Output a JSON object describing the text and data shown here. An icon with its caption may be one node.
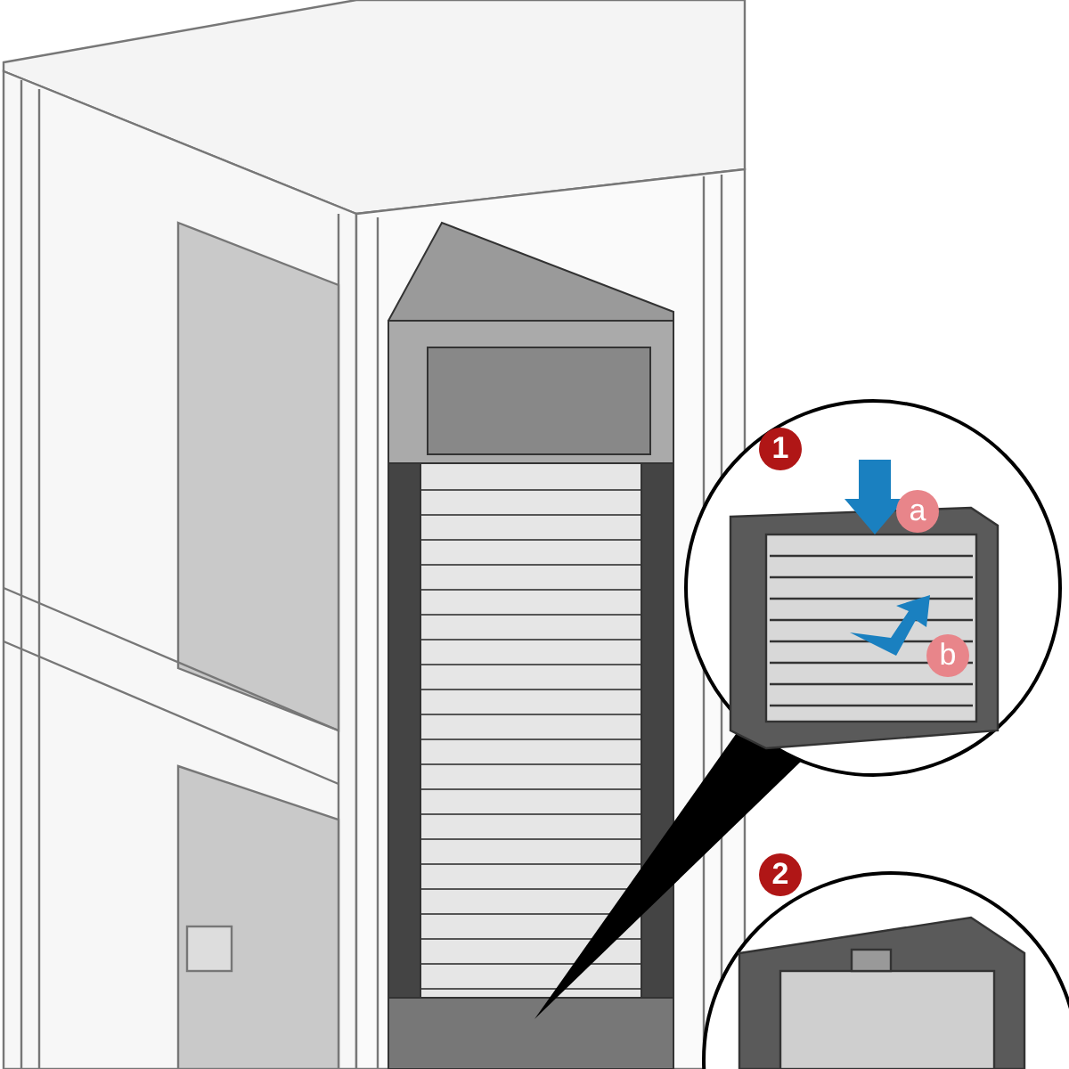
{
  "diagram": {
    "labels": [
      "1",
      "a",
      "b",
      "2"
    ]
  }
}
